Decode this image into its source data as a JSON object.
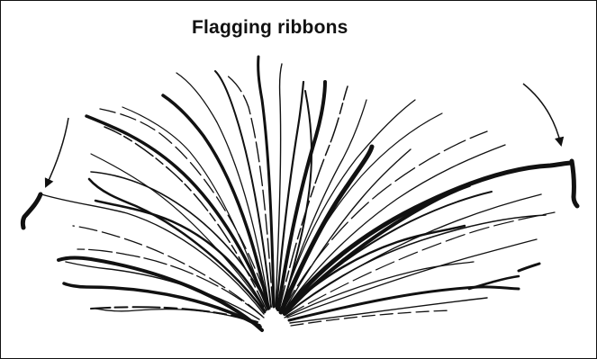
{
  "title": "Flagging ribbons",
  "colors": {
    "ink": "#111111",
    "background": "#ffffff"
  },
  "left_arrow_icon": "arrow-icon-pointing-down-left",
  "right_arrow_icon": "arrow-icon-pointing-down-right"
}
